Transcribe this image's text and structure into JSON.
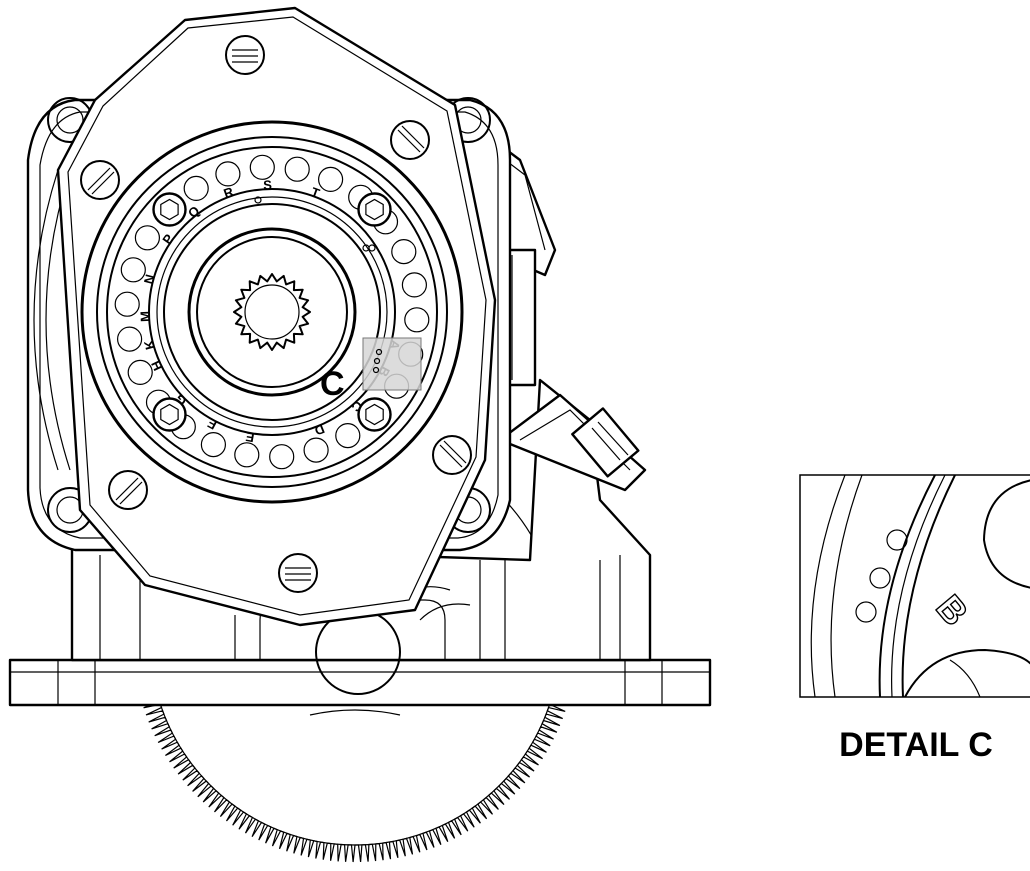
{
  "callout_label": "C",
  "detail_title": "DETAIL C",
  "detail_letter": "B",
  "ring_letters": [
    "A",
    "B",
    "C",
    "D",
    "E",
    "F",
    "G",
    "H",
    "K",
    "M",
    "N",
    "P",
    "Q",
    "R",
    "S",
    "T"
  ]
}
